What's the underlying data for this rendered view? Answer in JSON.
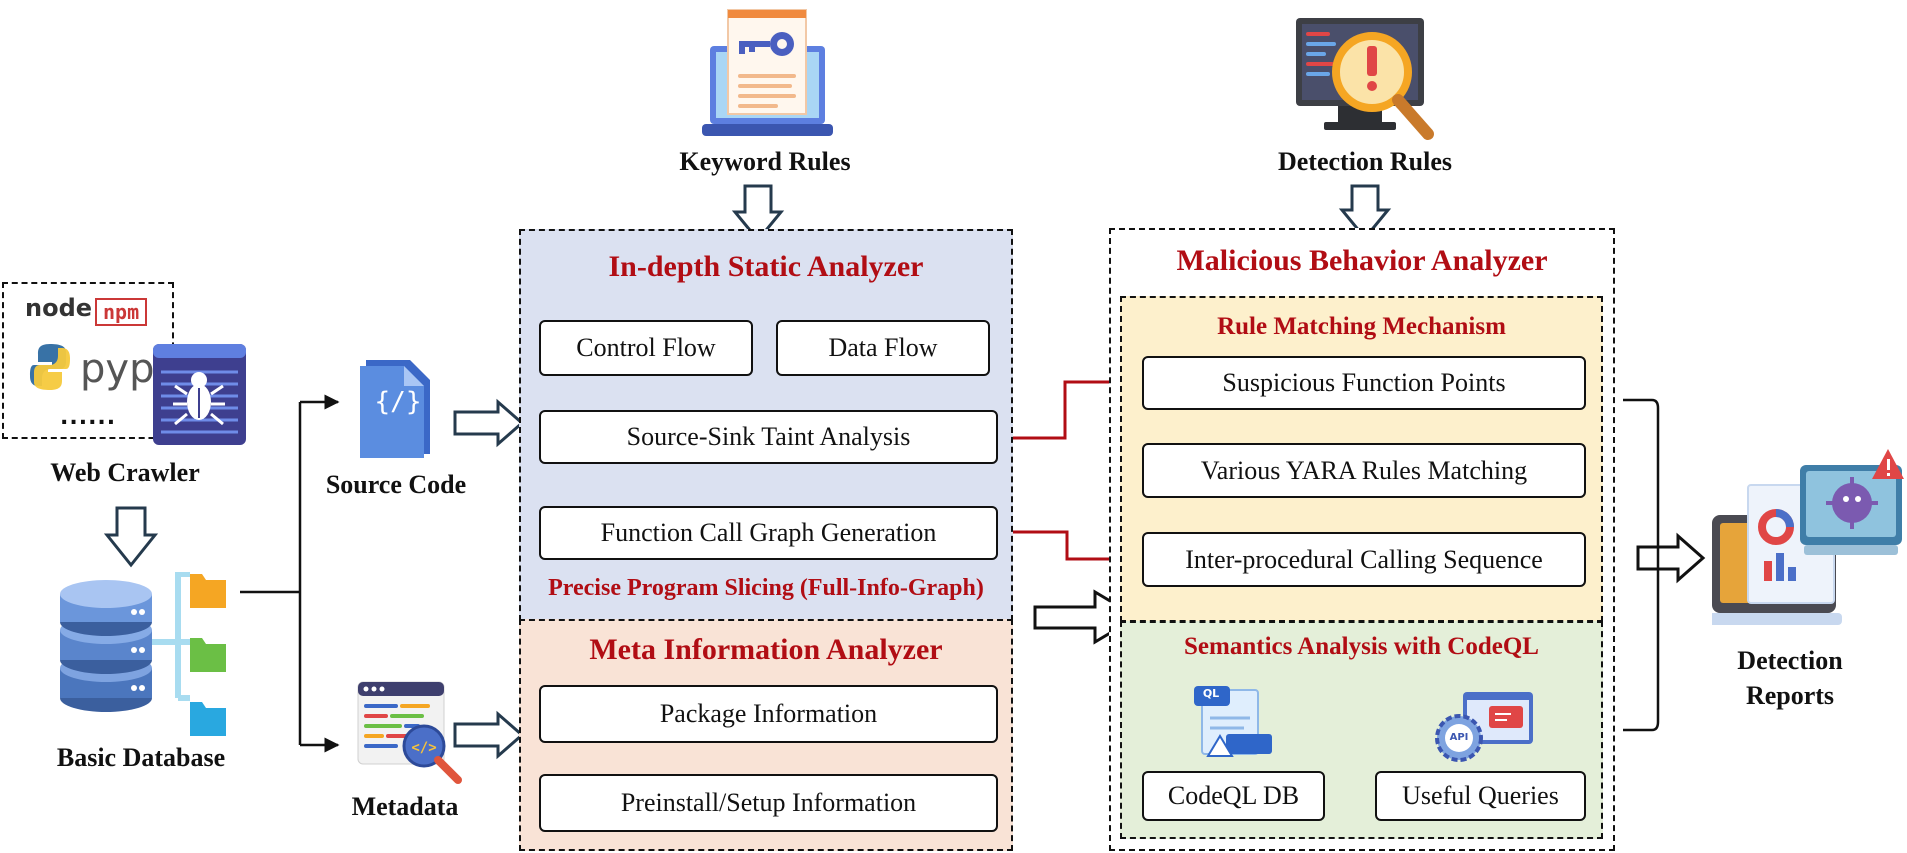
{
  "diagram": {
    "left": {
      "web_crawler_label": "Web Crawler",
      "node_logo": "node",
      "npm_logo": "npm",
      "pypi_logo": "pypi",
      "ellipsis": "......",
      "basic_database_label": "Basic Database",
      "source_code_label": "Source Code",
      "metadata_label": "Metadata",
      "code_glyph": "{/}"
    },
    "top": {
      "keyword_rules_label": "Keyword Rules",
      "detection_rules_label": "Detection Rules"
    },
    "static_analyzer": {
      "title": "In-depth Static Analyzer",
      "control_flow": "Control Flow",
      "data_flow": "Data Flow",
      "taint_analysis": "Source-Sink Taint Analysis",
      "call_graph": "Function Call Graph Generation",
      "slicing": "Precise Program Slicing (Full-Info-Graph)"
    },
    "meta_analyzer": {
      "title": "Meta Information Analyzer",
      "package_info": "Package Information",
      "preinstall_info": "Preinstall/Setup Information"
    },
    "behavior_analyzer": {
      "title": "Malicious Behavior Analyzer",
      "rule_matching_title": "Rule Matching Mechanism",
      "suspicious_points": "Suspicious Function Points",
      "yara_matching": "Various YARA Rules Matching",
      "calling_sequence": "Inter-procedural Calling Sequence",
      "semantics_title": "Semantics Analysis with CodeQL",
      "codeql_db": "CodeQL DB",
      "useful_queries": "Useful Queries",
      "ql_tag": "QL",
      "api_tag": "API"
    },
    "right": {
      "reports_line1": "Detection",
      "reports_line2": "Reports"
    },
    "colors": {
      "accent_red": "#b10d14",
      "static_bg": "#dbe1f1",
      "meta_bg": "#f9e3d6",
      "rule_bg": "#fdf0cc",
      "semantics_bg": "#e4efd9",
      "icon_blue": "#4b6fc8",
      "icon_orange": "#f5a623"
    }
  }
}
